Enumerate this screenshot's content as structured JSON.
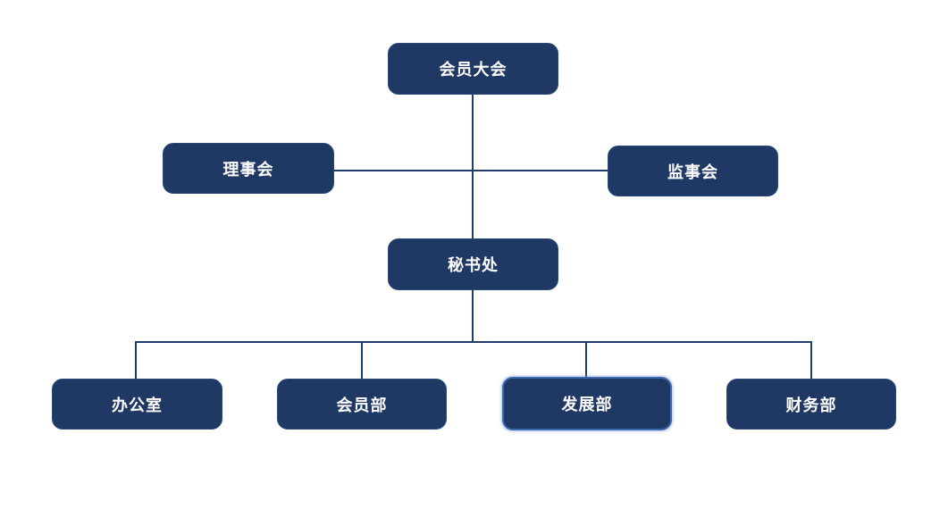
{
  "diagram": {
    "type": "org-chart",
    "colors": {
      "node_fill": "#1f3864",
      "node_text": "#ffffff",
      "connector": "#203d6b",
      "selected_border": "#3e68ae",
      "background": "#ffffff"
    },
    "nodes": {
      "assembly": {
        "label": "会员大会",
        "level": 1,
        "selected": false
      },
      "council": {
        "label": "理事会",
        "level": 2,
        "selected": false
      },
      "supervisory": {
        "label": "监事会",
        "level": 2,
        "selected": false
      },
      "secretariat": {
        "label": "秘书处",
        "level": 3,
        "selected": false
      },
      "office": {
        "label": "办公室",
        "level": 4,
        "selected": false
      },
      "membership": {
        "label": "会员部",
        "level": 4,
        "selected": false
      },
      "development": {
        "label": "发展部",
        "level": 4,
        "selected": true
      },
      "finance": {
        "label": "财务部",
        "level": 4,
        "selected": false
      }
    },
    "edges": [
      {
        "from": "assembly",
        "to": "secretariat"
      },
      {
        "from": "council",
        "to": "supervisory"
      },
      {
        "from": "secretariat",
        "to": "office"
      },
      {
        "from": "secretariat",
        "to": "membership"
      },
      {
        "from": "secretariat",
        "to": "development"
      },
      {
        "from": "secretariat",
        "to": "finance"
      }
    ]
  }
}
